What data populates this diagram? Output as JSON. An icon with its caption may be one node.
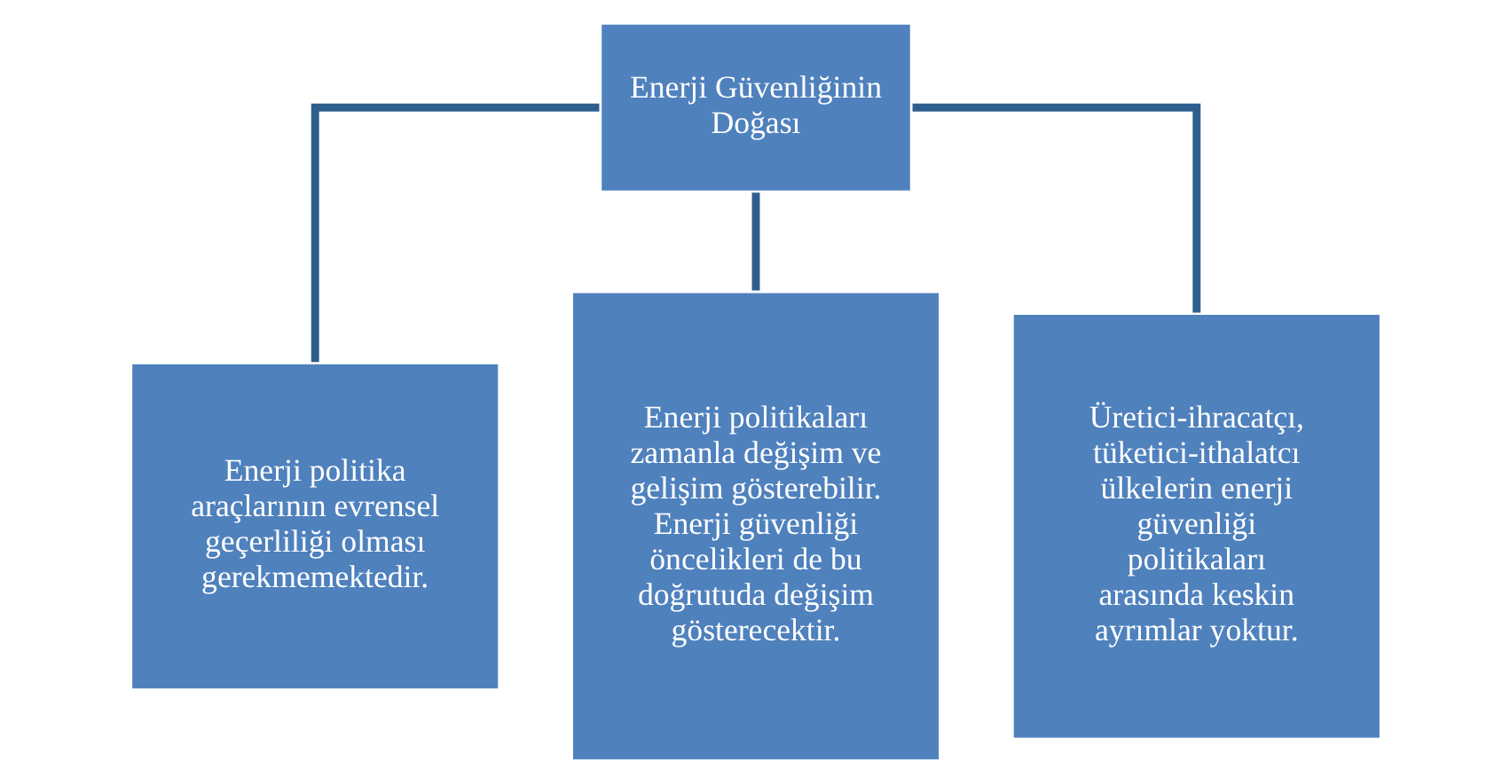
{
  "diagram": {
    "nodes": [
      {
        "text": [
          "Enerji Güvenliğinin Doğası"
        ]
      },
      {
        "text": [
          "Enerji politika araçlarının evrensel geçerliliği olması gerekmemektedir."
        ]
      },
      {
        "text": [
          "Enerji politikaları zamanla değişim ve gelişim gösterebilir. Enerji güvenliği öncelikleri de bu doğrutuda değişim gösterecektir."
        ]
      },
      {
        "text": [
          "Üretici-ihracatçı, tüketici-ithalatcı ülkelerin enerji güvenliği politikaları arasında keskin ayrımlar yoktur."
        ]
      }
    ],
    "edges": [
      {
        "from": 0,
        "to": 1,
        "arrow": "none"
      },
      {
        "from": 0,
        "to": 2,
        "arrow": "none"
      },
      {
        "from": 0,
        "to": 3,
        "arrow": "none"
      }
    ]
  }
}
